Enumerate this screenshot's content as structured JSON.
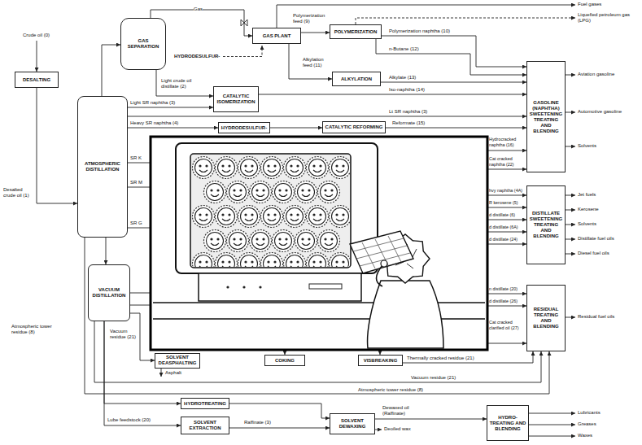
{
  "diagram": {
    "nodes": [
      {
        "text": [
          "DESALTING"
        ]
      },
      {
        "text": [
          "GAS SEPARATION"
        ]
      },
      {
        "text": [
          "GAS PLANT"
        ]
      },
      {
        "text": [
          "POLYMERIZATION"
        ]
      },
      {
        "text": [
          "ALKYLATION"
        ]
      },
      {
        "text": [
          "CATALYTIC ISOMERIZATION"
        ]
      },
      {
        "text": [
          "ATMOSPHERIC DISTILLATION"
        ]
      },
      {
        "text": [
          "HYDRODESULFUR-"
        ]
      },
      {
        "text": [
          "CATALYTIC REFORMING"
        ]
      },
      {
        "text": [
          "GASOLINE (NAPHTHA) SWEETENING TREATING AND BLENDING"
        ]
      },
      {
        "text": [
          "DISTILLATE SWEETENING TREATING AND BLENDING"
        ]
      },
      {
        "text": [
          "VACUUM DISTILLATION"
        ]
      },
      {
        "text": [
          "RESIDUAL TREATING AND BLENDING"
        ]
      },
      {
        "text": [
          "SOLVENT DEASPHALTING"
        ]
      },
      {
        "text": [
          "COKING"
        ]
      },
      {
        "text": [
          "VISBREAKING"
        ]
      },
      {
        "text": [
          "HYDROTREATING"
        ]
      },
      {
        "text": [
          "SOLVENT EXTRACTION"
        ]
      },
      {
        "text": [
          "SOLVENT DEWAXING"
        ]
      },
      {
        "text": [
          "HYDRO- TREATING AND BLENDING"
        ]
      }
    ],
    "edges": [
      {
        "from": 0,
        "to": 6,
        "label": "Desalted crude oil (1)",
        "arrow": "to"
      },
      {
        "from": 6,
        "to": 1,
        "arrow": "to"
      },
      {
        "from": 1,
        "to": 2,
        "label": "Gas",
        "arrow": "to"
      },
      {
        "from": 2,
        "to": 3,
        "label": "Polymerization feed (9)",
        "arrow": "to"
      },
      {
        "from": 2,
        "to": 4,
        "label": "Alkylation feed (11)",
        "arrow": "to"
      },
      {
        "from": 3,
        "to": 9,
        "label": "Polymerization naphtha (10)",
        "arrow": "to"
      },
      {
        "from": 3,
        "to": 9,
        "label": "n-Butane (12)",
        "arrow": "to"
      },
      {
        "from": 4,
        "to": 9,
        "label": "Alkylate (13)",
        "arrow": "to"
      },
      {
        "from": 5,
        "to": 9,
        "label": "Iso-naphtha (14)",
        "arrow": "to"
      },
      {
        "from": 1,
        "to": 5,
        "label": "Light crude oil distillate (2)",
        "arrow": "to"
      },
      {
        "from": 6,
        "to": 5,
        "label": "Light SR naphtha (3)",
        "arrow": "to"
      },
      {
        "from": 6,
        "to": 9,
        "label": "Lt SR naphtha (3)",
        "arrow": "to"
      },
      {
        "from": 6,
        "to": 7,
        "label": "Heavy SR naphtha (4)",
        "arrow": "to"
      },
      {
        "from": 7,
        "to": 8,
        "arrow": "to"
      },
      {
        "from": 8,
        "to": 9,
        "label": "Reformate (15)",
        "arrow": "to"
      },
      {
        "from": 6,
        "to": 11,
        "arrow": "to"
      },
      {
        "from": 6,
        "to": 12,
        "label": "Atmospheric tower residue (8)",
        "arrow": "to"
      },
      {
        "from": 11,
        "to": 13,
        "label": "Vacuum residue (21)",
        "arrow": "to"
      },
      {
        "from": 11,
        "to": 12,
        "label": "Vacuum residue (21)",
        "arrow": "to"
      },
      {
        "from": 11,
        "to": 14,
        "arrow": "to"
      },
      {
        "from": 11,
        "to": 15,
        "arrow": "to"
      },
      {
        "from": 15,
        "to": 12,
        "label": "Thermally cracked residue (21)",
        "arrow": "to"
      },
      {
        "from": 11,
        "to": 16,
        "arrow": "to"
      },
      {
        "from": 11,
        "to": 17,
        "label": "Lube feedstock (20)",
        "arrow": "to"
      },
      {
        "from": 16,
        "to": 18,
        "arrow": "to"
      },
      {
        "from": 17,
        "to": 18,
        "label": "Raffinate (3)",
        "arrow": "to"
      },
      {
        "from": 18,
        "to": 19,
        "label": "Dewaxed oil (Raffinate)",
        "arrow": "to"
      }
    ],
    "labels": [
      "Crude oil (0)",
      "HYDRODESULFUR-",
      "SR K",
      "SR M",
      "SR G",
      "Hydrocracked naphtha (16)",
      "Cat cracked naphtha (22)",
      "Fuel gases",
      "Liquefied petroleum gas (LPG)",
      "Aviation gasoline",
      "Automotive gasoline",
      "Solvents",
      "hvy naphtha (4A)",
      "R kerosene (5)",
      "d distillate (6)",
      "d distillate (6A)",
      "d distillate (24)",
      "Jet fuels",
      "Kerosene",
      "Solvents",
      "Distillate fuel oils",
      "Diesel fuel oils",
      "n distillate (20)",
      "d distillate (26)",
      "Cat cracked clarified oil (27)",
      "Residual fuel oils",
      "Atmospheric tower residue (8)",
      "Asphalt",
      "Deoiled wax",
      "Lubricants",
      "Greases",
      "Waxes"
    ]
  }
}
